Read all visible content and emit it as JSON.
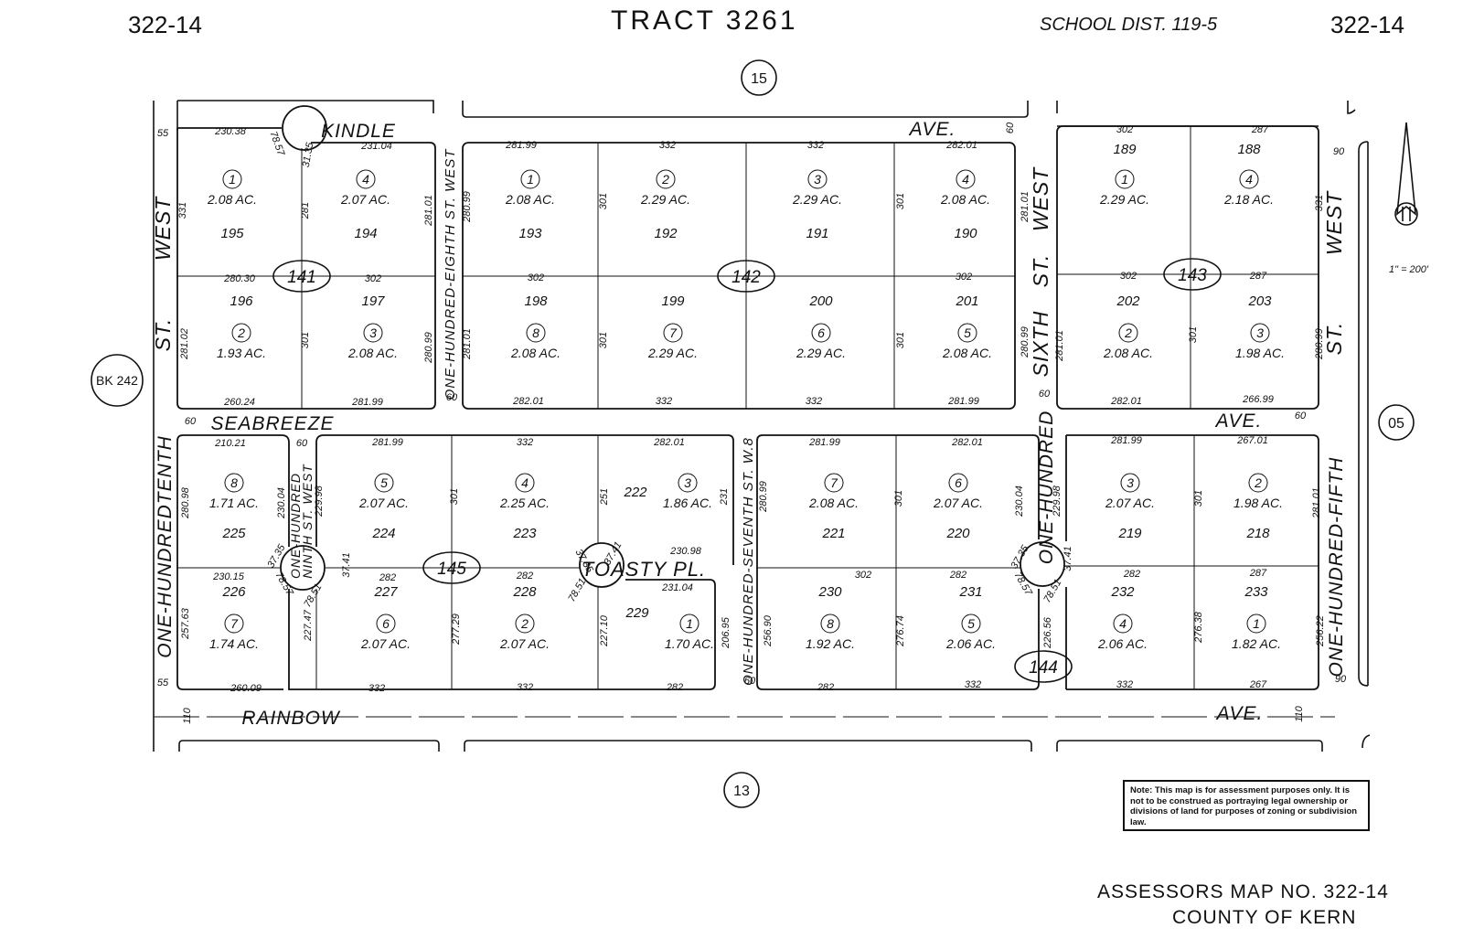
{
  "header": {
    "page_left": "322-14",
    "title": "TRACT 3261",
    "school": "SCHOOL DIST. 119-5",
    "page_right": "322-14"
  },
  "adjacent_pages": {
    "north": "15",
    "south": "13",
    "east": "05",
    "west": "BK 242"
  },
  "north_arrow": {
    "scale": "1\" = 200'"
  },
  "streets": {
    "kindle": "KINDLE",
    "ave_n": "AVE.",
    "seabreeze": "SEABREEZE",
    "ave_mid": "AVE.",
    "rainbow": "RAINBOW",
    "ave_s": "AVE.",
    "toasty": "TOASTY PL.",
    "w_west": "WEST",
    "w_st": "ST.",
    "one_hundred_tenth": "ONE-HUNDREDTENTH",
    "one_hundred_eighth": "ONE-HUNDRED-EIGHTH ST. WEST",
    "sixth_west": "WEST",
    "sixth_st": "ST.",
    "sixth": "SIXTH",
    "one_hundred": "ONE-HUNDRED",
    "one_hundred_seventh": "ONE-HUNDRED-SEVENTH ST. W.8",
    "ninth_a": "ONE-HUNDRED",
    "ninth_b": "NINTH ST. WEST",
    "e_west": "WEST",
    "e_st": "ST.",
    "one_hundred_fifth": "ONE-HUNDRED-FIFTH"
  },
  "blocks": [
    "141",
    "142",
    "143",
    "144",
    "145"
  ],
  "parcels": [
    {
      "n": "1",
      "ac": "2.08 AC.",
      "lot": "195"
    },
    {
      "n": "4",
      "ac": "2.07 AC.",
      "lot": "194"
    },
    {
      "n": "2",
      "ac": "1.93 AC.",
      "lot": "196"
    },
    {
      "n": "3",
      "ac": "2.08 AC.",
      "lot": "197"
    },
    {
      "n": "1",
      "ac": "2.08 AC.",
      "lot": "193"
    },
    {
      "n": "2",
      "ac": "2.29 AC.",
      "lot": "192"
    },
    {
      "n": "3",
      "ac": "2.29 AC.",
      "lot": "191"
    },
    {
      "n": "4",
      "ac": "2.08 AC.",
      "lot": "190"
    },
    {
      "n": "8",
      "ac": "2.08 AC.",
      "lot": "198"
    },
    {
      "n": "7",
      "ac": "2.29 AC.",
      "lot": "199"
    },
    {
      "n": "6",
      "ac": "2.29 AC.",
      "lot": "200"
    },
    {
      "n": "5",
      "ac": "2.08 AC.",
      "lot": "201"
    },
    {
      "n": "1",
      "ac": "2.29 AC.",
      "lot": "189"
    },
    {
      "n": "4",
      "ac": "2.18 AC.",
      "lot": "188"
    },
    {
      "n": "2",
      "ac": "2.08 AC.",
      "lot": "202"
    },
    {
      "n": "3",
      "ac": "1.98 AC.",
      "lot": "203"
    },
    {
      "n": "8",
      "ac": "1.71 AC.",
      "lot": "225"
    },
    {
      "n": "7",
      "ac": "1.74 AC.",
      "lot": "226"
    },
    {
      "n": "5",
      "ac": "2.07 AC.",
      "lot": "224"
    },
    {
      "n": "4",
      "ac": "2.25 AC.",
      "lot": "223"
    },
    {
      "n": "3",
      "ac": "1.86 AC.",
      "lot": "222"
    },
    {
      "n": "6",
      "ac": "2.07 AC.",
      "lot": "227"
    },
    {
      "n": "2",
      "ac": "2.07 AC.",
      "lot": "228"
    },
    {
      "n": "1",
      "ac": "1.70 AC.",
      "lot": "229"
    },
    {
      "n": "7",
      "ac": "2.08 AC.",
      "lot": "221"
    },
    {
      "n": "6",
      "ac": "2.07 AC.",
      "lot": "220"
    },
    {
      "n": "8",
      "ac": "1.92 AC.",
      "lot": "230"
    },
    {
      "n": "5",
      "ac": "2.06 AC.",
      "lot": "231"
    },
    {
      "n": "3",
      "ac": "2.07 AC.",
      "lot": "219"
    },
    {
      "n": "2",
      "ac": "1.98 AC.",
      "lot": "218"
    },
    {
      "n": "4",
      "ac": "2.06 AC.",
      "lot": "232"
    },
    {
      "n": "1",
      "ac": "1.82 AC.",
      "lot": "233"
    }
  ],
  "dims": [
    "55",
    "230.38",
    "78.57",
    "31.35",
    "231.04",
    "281.99",
    "332",
    "332",
    "282.01",
    "60",
    "302",
    "287",
    "331",
    "281",
    "281.01",
    "280.99",
    "301",
    "301",
    "281.01",
    "331",
    "90",
    "280.30",
    "302",
    "302",
    "302",
    "302",
    "287",
    "281.02",
    "301",
    "280.99",
    "281.01",
    "301",
    "301",
    "280.99",
    "281.01",
    "301",
    "280.99",
    "260.24",
    "281.99",
    "282.01",
    "332",
    "332",
    "281.99",
    "282.01",
    "266.99",
    "60",
    "60",
    "60",
    "60",
    "60",
    "210.21",
    "281.99",
    "332",
    "282.01",
    "281.99",
    "282.01",
    "281.99",
    "267.01",
    "280.98",
    "230.04",
    "229.98",
    "301",
    "251",
    "231",
    "280.99",
    "301",
    "230.04",
    "229.98",
    "301",
    "281.01",
    "230.15",
    "37.35",
    "37.41",
    "78.57",
    "78.51",
    "37.41",
    "78.51",
    "78.57",
    "37.35",
    "231.04",
    "230.98",
    "302",
    "282",
    "287",
    "282",
    "282",
    "282",
    "257.63",
    "227.47",
    "277.29",
    "227.10",
    "206.95",
    "256.90",
    "276.74",
    "226.56",
    "276.38",
    "256.22",
    "55",
    "260.09",
    "332",
    "332",
    "282",
    "282",
    "332",
    "332",
    "267",
    "60",
    "90",
    "110",
    "110",
    "37.35",
    "78.51",
    "37.41"
  ],
  "note": "Note: This map is for assessment purposes only. It is not to be construed as portraying legal ownership or divisions of land for purposes of zoning or subdivision law.",
  "footer": {
    "map_no": "ASSESSORS MAP NO. 322-14",
    "county": "COUNTY OF KERN"
  }
}
